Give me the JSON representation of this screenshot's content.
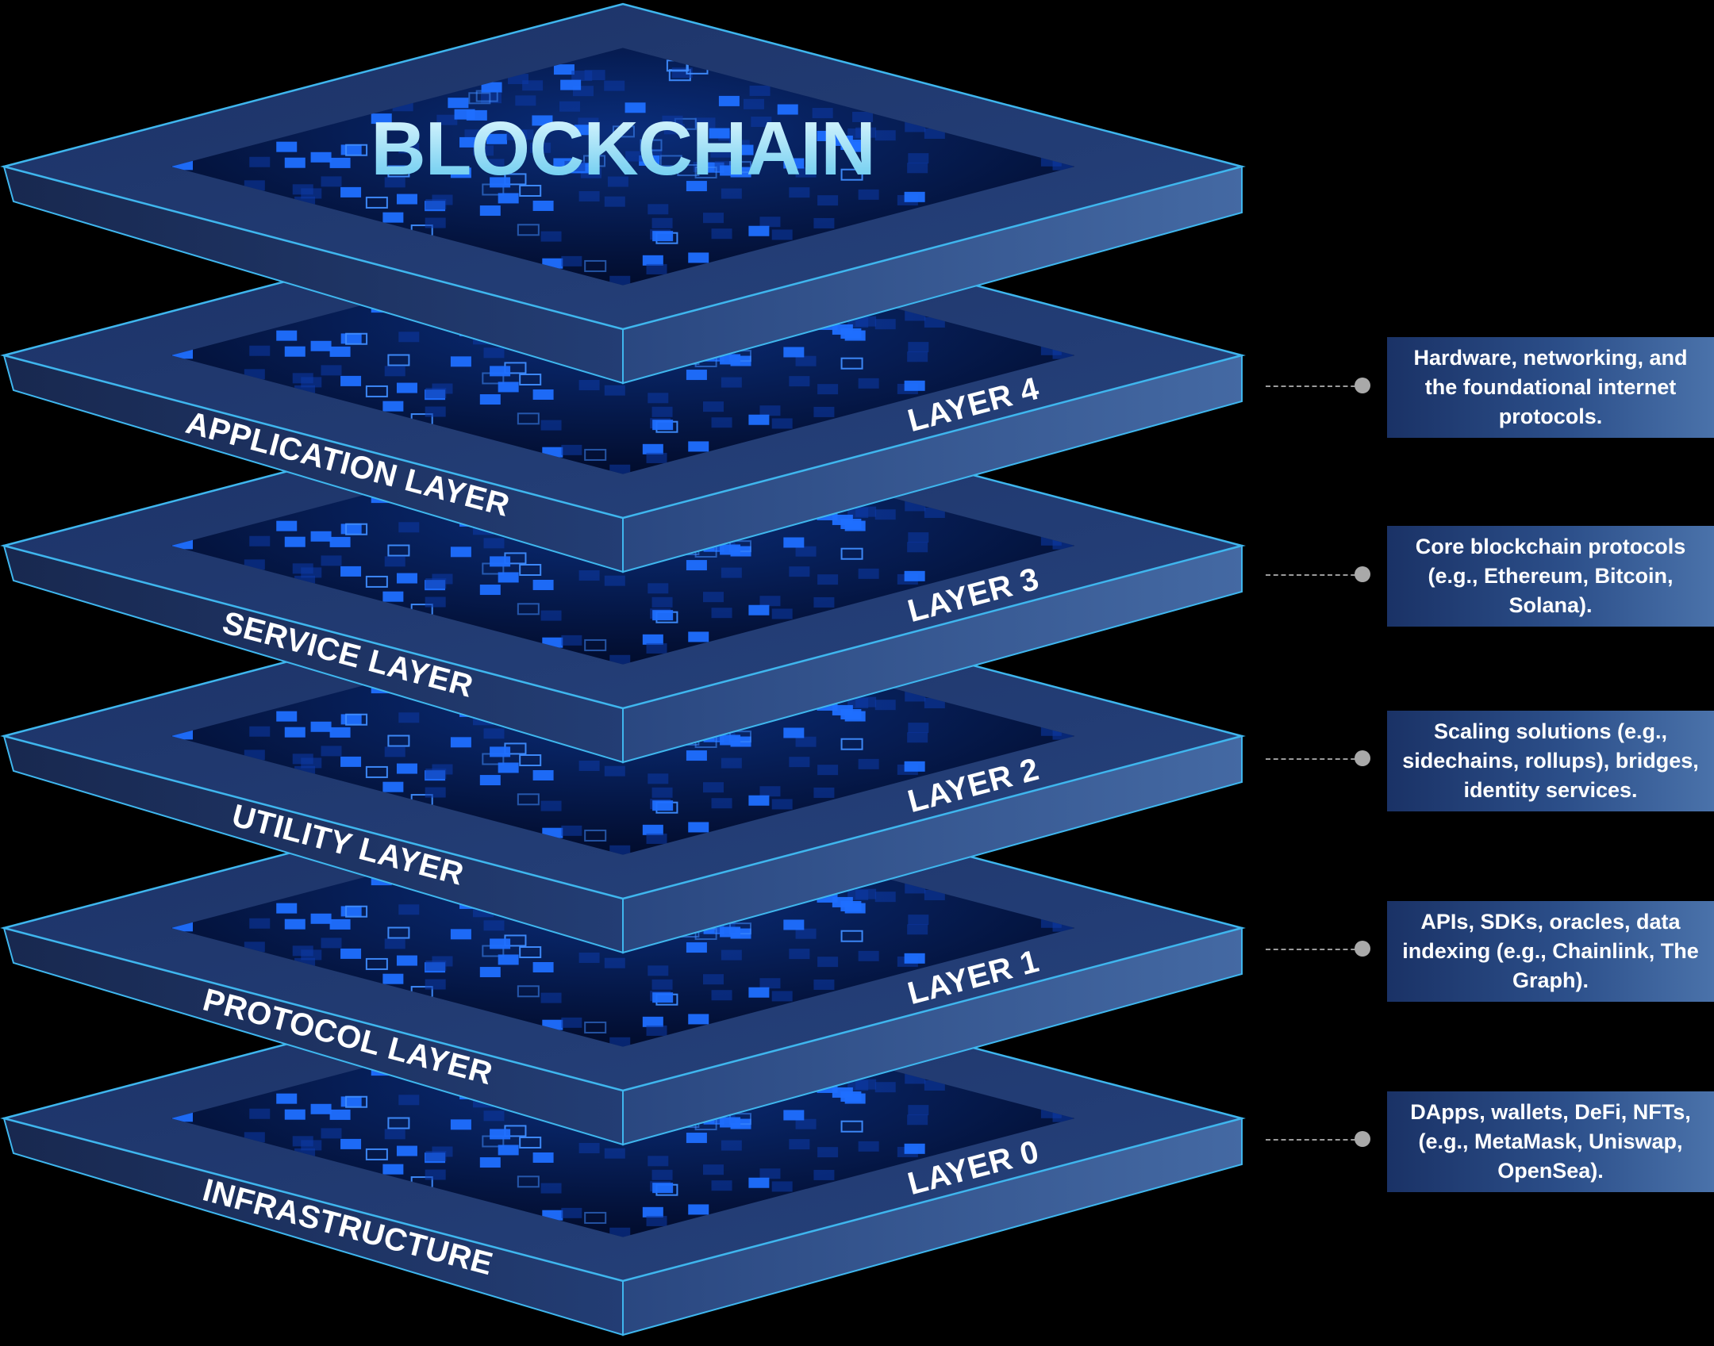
{
  "diagram": {
    "title": "BLOCKCHAIN",
    "layers": [
      {
        "left_label": "INFRASTRUCTURE",
        "right_label": "LAYER 0"
      },
      {
        "left_label": "PROTOCOL LAYER",
        "right_label": "LAYER 1"
      },
      {
        "left_label": "UTILITY LAYER",
        "right_label": "LAYER 2"
      },
      {
        "left_label": "SERVICE LAYER",
        "right_label": "LAYER 3"
      },
      {
        "left_label": "APPLICATION LAYER",
        "right_label": "LAYER 4"
      }
    ],
    "descriptions": [
      "Hardware, networking, and the foundational internet protocols.",
      "Core blockchain protocols (e.g., Ethereum, Bitcoin, Solana).",
      "Scaling solutions (e.g., sidechains, rollups), bridges, identity services.",
      "APIs, SDKs, oracles, data indexing (e.g., Chainlink, The Graph).",
      "DApps, wallets, DeFi, NFTs, (e.g., MetaMask, Uniswap, OpenSea)."
    ],
    "colors": {
      "background": "#000000",
      "plate_top": "#1e3669",
      "plate_edge": "#3fb6ee",
      "plate_front_left": "#1b2d5a",
      "plate_front_right": "#3a5e98",
      "screen": "#041645",
      "tile": "#1f6fff",
      "title_light": "#d8f6ff",
      "title_dark": "#5cc6ee",
      "description_box": "#2c4f8a",
      "connector": "#9a9a9a"
    }
  }
}
